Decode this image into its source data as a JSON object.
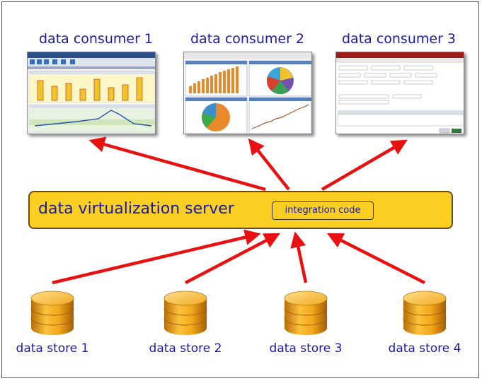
{
  "consumers": [
    {
      "label": "data consumer 1"
    },
    {
      "label": "data consumer 2"
    },
    {
      "label": "data consumer 3"
    }
  ],
  "server": {
    "label": "data virtualization server",
    "code_label": "integration code"
  },
  "stores": [
    {
      "label": "data store 1"
    },
    {
      "label": "data store 2"
    },
    {
      "label": "data store 3"
    },
    {
      "label": "data store 4"
    }
  ],
  "colors": {
    "text": "#1a1aa6",
    "server_fill": "#fbcf22",
    "arrow": "#e81010",
    "cylinder": "#f0a818"
  }
}
